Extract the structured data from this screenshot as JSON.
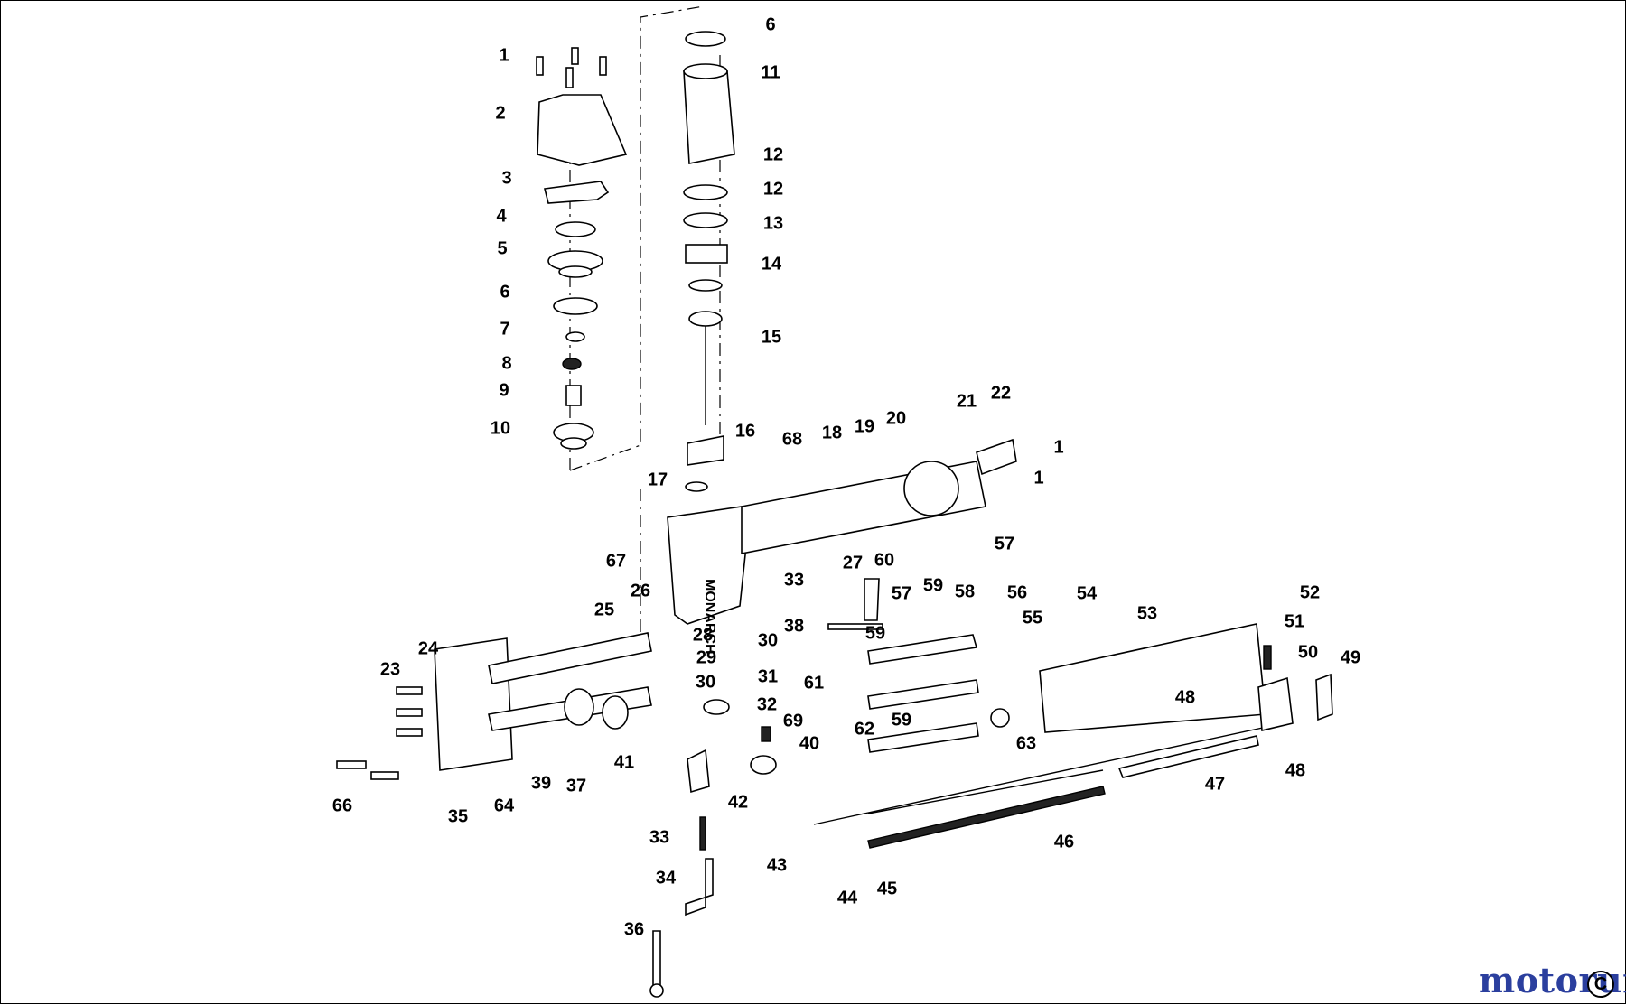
{
  "diagram": {
    "part_numbers": [
      "1",
      "2",
      "3",
      "4",
      "5",
      "6",
      "7",
      "8",
      "9",
      "10",
      "6",
      "11",
      "12",
      "12",
      "13",
      "14",
      "15",
      "16",
      "17",
      "68",
      "18",
      "19",
      "20",
      "21",
      "22",
      "1",
      "1",
      "67",
      "33",
      "27",
      "60",
      "57",
      "57",
      "59",
      "58",
      "56",
      "54",
      "53",
      "52",
      "51",
      "50",
      "49",
      "48",
      "48",
      "26",
      "25",
      "28",
      "30",
      "38",
      "59",
      "24",
      "23",
      "29",
      "31",
      "30",
      "61",
      "55",
      "59",
      "62",
      "63",
      "32",
      "69",
      "40",
      "41",
      "37",
      "39",
      "64",
      "35",
      "66",
      "47",
      "42",
      "33",
      "46",
      "43",
      "44",
      "45",
      "34",
      "36"
    ],
    "housing_text": "MONARCH"
  },
  "brand": {
    "text": "motoruf",
    "copyright": "C"
  }
}
